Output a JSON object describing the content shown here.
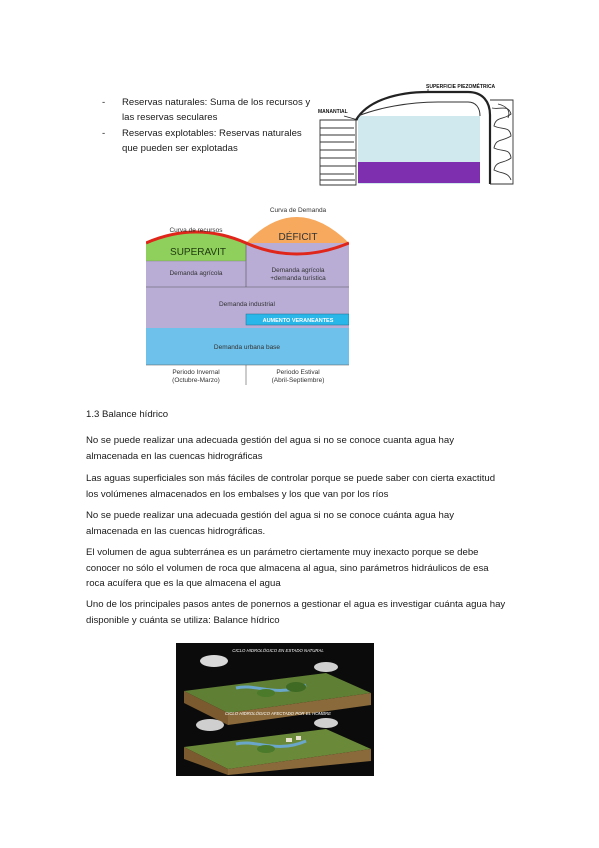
{
  "bullets": [
    {
      "dash": "-",
      "text": "Reservas naturales: Suma de los recursos y las reservas seculares"
    },
    {
      "dash": "-",
      "text": "Reservas explotables: Reservas naturales que pueden ser explotadas"
    }
  ],
  "aquifer_figure": {
    "label_top": "SUPERFICIE PIEZOMÉTRICA",
    "label_left": "MANANTIAL",
    "colors": {
      "water": "#cfe9ee",
      "base": "#7d2fb0"
    }
  },
  "demand_figure": {
    "curve_resources": "Curva de recursos",
    "curve_demand": "Curva de Demanda",
    "superavit": "SUPERAVIT",
    "deficit": "DÉFICIT",
    "left_agri": "Demanda agrícola",
    "right_agri_line1": "Demanda agrícola",
    "right_agri_line2": "+demanda turística",
    "industrial": "Demanda industrial",
    "tourists": "AUMENTO VERANEANTES",
    "urban": "Demanda urbana base",
    "period_left_line1": "Periodo Invernal",
    "period_left_line2": "(Octubre-Marzo)",
    "period_right_line1": "Periodo Estival",
    "period_right_line2": "(Abril-Septiembre)",
    "colors": {
      "superavit": "#8fcf5c",
      "deficit": "#f7a95e",
      "curve": "#e0261b",
      "lavender": "#b9add6",
      "tourists": "#29b6e8",
      "urban": "#6ec1ea"
    }
  },
  "section_heading": "1.3 Balance hídrico",
  "paragraphs": [
    "No se puede realizar una adecuada gestión del agua si no se conoce cuanta agua hay almacenada en las cuencas hidrográficas",
    "Las aguas superficiales son más fáciles de controlar porque se puede saber con cierta exactitud los volúmenes almacenados en los embalses y los que van por los ríos",
    "No se puede realizar una adecuada gestión del agua si no se conoce cuánta agua hay almacenada en las cuencas hidrográficas.",
    "El volumen de agua subterránea es un parámetro ciertamente muy inexacto porque se debe conocer no sólo el volumen de roca que almacena al agua, sino parámetros hidráulicos de esa roca acuífera que es la que almacena el agua",
    "Uno de los principales pasos antes de ponernos a gestionar el agua es investigar cuánta agua hay disponible y cuánta se utiliza: Balance hídrico"
  ],
  "cycle_figure": {
    "title_top": "CICLO HIDROLÓGICO EN ESTADO NATURAL",
    "title_bottom": "CICLO HIDROLÓGICO AFECTADO POR EL HOMBRE"
  }
}
